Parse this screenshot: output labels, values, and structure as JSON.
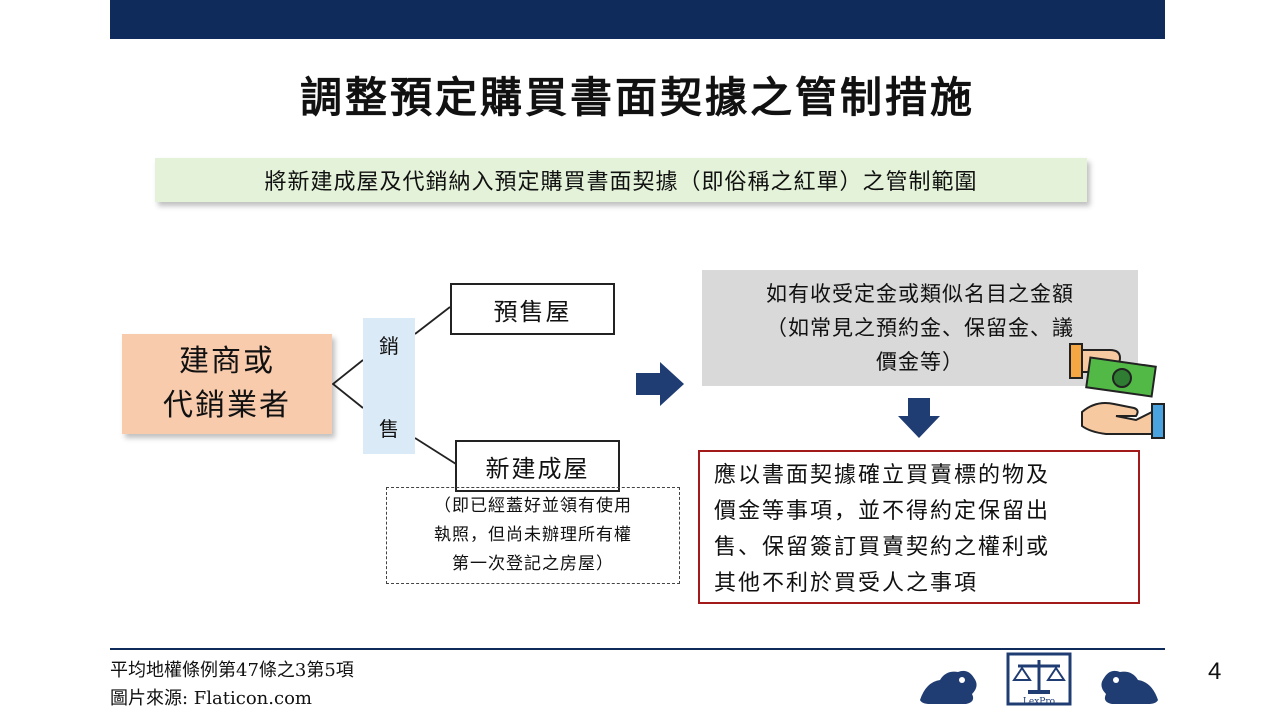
{
  "title": "調整預定購買書面契據之管制措施",
  "scope_text": "將新建成屋及代銷納入預定購買書面契據（即俗稱之紅單）之管制範圍",
  "builder": {
    "line1": "建商或",
    "line2": "代銷業者"
  },
  "sell": {
    "char1": "銷",
    "char2": "售"
  },
  "presale_house": "預售屋",
  "new_house": "新建成屋",
  "new_house_note": {
    "line1": "（即已經蓋好並領有使用",
    "line2": "執照，但尚未辦理所有權",
    "line3": "第一次登記之房屋）"
  },
  "deposit": {
    "line1": "如有收受定金或類似名目之金額",
    "line2": "（如常見之預約金、保留金、議",
    "line3": "價金等）"
  },
  "rule": {
    "line1": "應以書面契據確立買賣標的物及",
    "line2": "價金等事項，並不得約定保留出",
    "line3": "售、保留簽訂買賣契約之權利或",
    "line4": "其他不利於買受人之事項"
  },
  "footer": {
    "reference": "平均地權條例第47條之3第5項",
    "source": "圖片來源: Flaticon.com",
    "page_number": "4",
    "logo_text": "LexPro"
  },
  "colors": {
    "navy": "#0f2b5c",
    "arrow": "#1f3c73",
    "scope_bg": "#e3f2d8",
    "builder_bg": "#f8cbad",
    "sell_bg": "#dbeaf7",
    "deposit_bg": "#d9d9d9",
    "rule_border": "#a31a1a"
  },
  "icons": [
    "right-arrow-icon",
    "down-arrow-icon",
    "money-hand-icon",
    "lexpro-logo"
  ]
}
